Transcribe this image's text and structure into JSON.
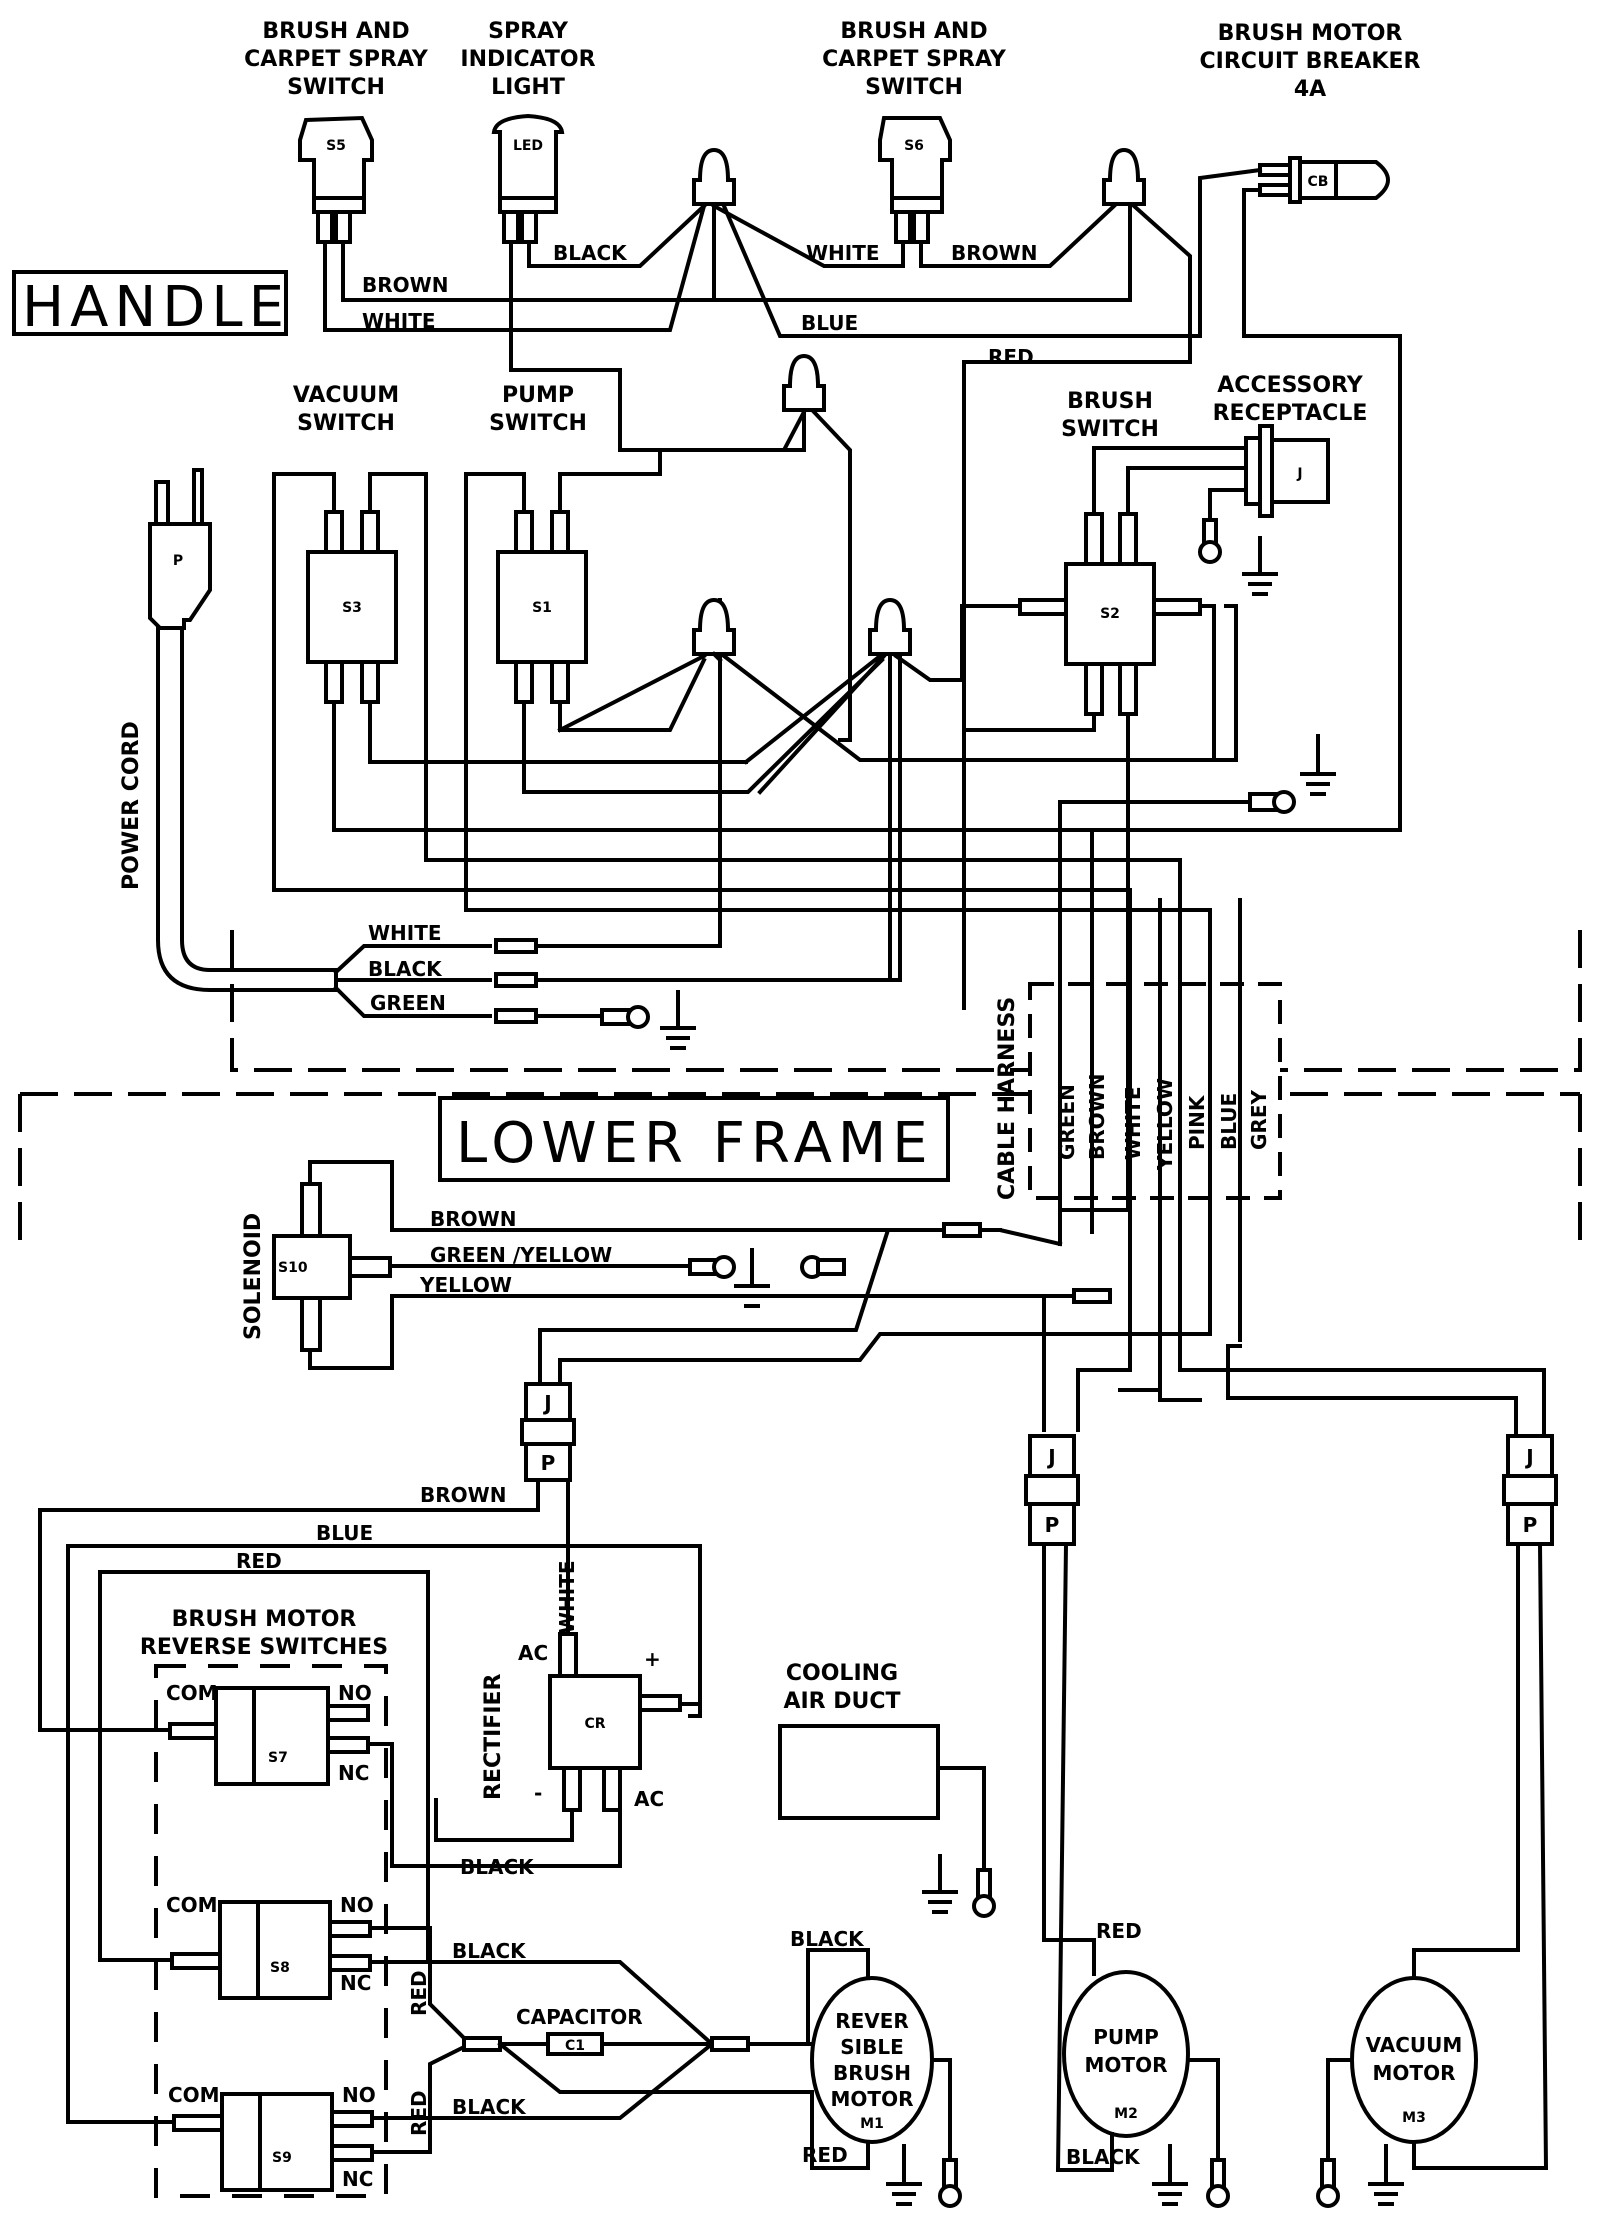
{
  "sections": {
    "handle": "HANDLE",
    "lower_frame": "LOWER FRAME"
  },
  "components": {
    "s5": {
      "title": [
        "BRUSH AND",
        "CARPET SPRAY",
        "SWITCH"
      ],
      "id": "S5"
    },
    "led": {
      "title": [
        "SPRAY",
        "INDICATOR",
        "LIGHT"
      ],
      "id": "LED"
    },
    "s6": {
      "title": [
        "BRUSH AND",
        "CARPET SPRAY",
        "SWITCH"
      ],
      "id": "S6"
    },
    "cb": {
      "title": [
        "BRUSH MOTOR",
        "CIRCUIT BREAKER",
        "4A"
      ],
      "id": "CB"
    },
    "s3": {
      "title": [
        "VACUUM",
        "SWITCH"
      ],
      "id": "S3"
    },
    "s1": {
      "title": [
        "PUMP",
        "SWITCH"
      ],
      "id": "S1"
    },
    "s2": {
      "title": [
        "BRUSH",
        "SWITCH"
      ],
      "id": "S2"
    },
    "receptacle": {
      "title": [
        "ACCESSORY",
        "RECEPTACLE"
      ],
      "id": "J"
    },
    "plug": {
      "id": "P",
      "label": "POWER CORD"
    },
    "cable_harness": {
      "label": "CABLE HARNESS",
      "wires": [
        "GREEN",
        "BROWN",
        "WHITE",
        "YELLOW",
        "PINK",
        "BLUE",
        "GREY"
      ]
    },
    "solenoid": {
      "label": "SOLENOID",
      "id": "S10"
    },
    "connector_jp": {
      "j": "J",
      "p": "P"
    },
    "reverse_switches": {
      "title": [
        "BRUSH MOTOR",
        "REVERSE SWITCHES"
      ],
      "ids": [
        "S7",
        "S8",
        "S9"
      ],
      "com": "COM",
      "no": "NO",
      "nc": "NC"
    },
    "rectifier": {
      "label": "RECTIFIER",
      "id": "CR",
      "ac": "AC",
      "plus": "+",
      "minus": "-"
    },
    "cooling_duct": {
      "title": [
        "COOLING",
        "AIR DUCT"
      ]
    },
    "capacitor": {
      "title": "CAPACITOR",
      "id": "C1"
    },
    "brush_motor": {
      "title": [
        "REVER",
        "SIBLE",
        "BRUSH",
        "MOTOR"
      ],
      "id": "M1"
    },
    "pump_motor": {
      "title": [
        "PUMP",
        "MOTOR"
      ],
      "id": "M2"
    },
    "vacuum_motor": {
      "title": [
        "VACUUM",
        "MOTOR"
      ],
      "id": "M3"
    }
  },
  "wires": {
    "handle": {
      "brown": "BROWN",
      "white": "WHITE",
      "black": "BLACK",
      "white2": "WHITE",
      "brown2": "BROWN",
      "blue": "BLUE",
      "red": "RED"
    },
    "cord": {
      "white": "WHITE",
      "black": "BLACK",
      "green": "GREEN"
    },
    "solenoid": {
      "brown": "BROWN",
      "green_yellow": "GREEN /YELLOW",
      "yellow": "YELLOW"
    },
    "lower": {
      "brown": "BROWN",
      "blue": "BLUE",
      "red": "RED",
      "white": "WHITE",
      "black_rect": "BLACK",
      "black_s8": "BLACK",
      "black_s9": "BLACK",
      "red_s8": "RED",
      "red_s9": "RED",
      "black_m1": "BLACK",
      "red_m1": "RED",
      "red_m2": "RED",
      "black_m2": "BLACK"
    }
  }
}
